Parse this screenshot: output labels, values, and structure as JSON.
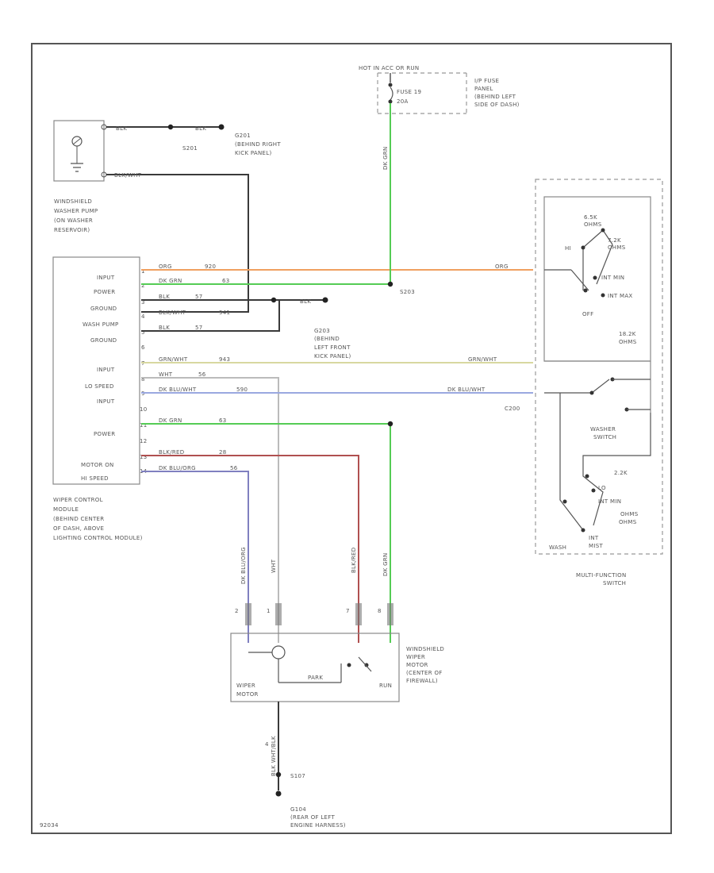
{
  "wire_colors": {
    "orange": "#f0a060",
    "green": "#55cc55",
    "grey": "#5a5a5a",
    "yellow": "#d8d8a0",
    "blue": "#9aa8e0",
    "red": "#b05050",
    "purple": "#8080c0",
    "white": "#bbbbbb"
  },
  "fuse_panel": {
    "power_label": "HOT IN ACC OR RUN",
    "fuse_label": "FUSE 19",
    "fuse_amp": "20A",
    "panel_name": "I/P FUSE",
    "panel_sub": "PANEL",
    "panel_loc1": "(BEHIND LEFT",
    "panel_loc2": "SIDE OF DASH)"
  },
  "washer_pump": {
    "name_l1": "WINDSHIELD",
    "name_l2": "WASHER PUMP",
    "name_l3": "(ON WASHER",
    "name_l4": "RESERVOIR)",
    "wire_top": "BLK",
    "splice": "S201",
    "ground": "G201",
    "ground_loc1": "(BEHIND RIGHT",
    "ground_loc2": "KICK PANEL)",
    "wire_bottom": "BLK/WHT"
  },
  "module": {
    "name_l1": "WIPER CONTROL",
    "name_l2": "MODULE",
    "name_l3": "(BEHIND CENTER",
    "name_l4": "OF DASH, ABOVE",
    "name_l5": "LIGHTING CONTROL MODULE)",
    "labels": [
      "INPUT",
      "POWER",
      "GROUND",
      "WASH PUMP",
      "GROUND",
      "INPUT",
      "LO SPEED",
      "INPUT",
      "POWER",
      "MOTOR ON",
      "HI SPEED"
    ],
    "pins": [
      "1",
      "2",
      "3",
      "4",
      "5",
      "6",
      "7",
      "8",
      "9",
      "10",
      "11",
      "12",
      "13",
      "14"
    ],
    "wire_names": [
      "ORG",
      "DK GRN",
      "BLK",
      "BLK/WHT",
      "BLK",
      "GRN/WHT",
      "WHT",
      "DK BLU/WHT",
      "DK GRN",
      "BLK/RED",
      "DK BLU/ORG"
    ],
    "circuits": [
      "920",
      "63",
      "57",
      "941",
      "57",
      "943",
      "56",
      "590",
      "63",
      "28",
      "56"
    ]
  },
  "splices": {
    "s203": "S203",
    "g203": "G203",
    "g203_l1": "(BEHIND",
    "g203_l2": "LEFT FRONT",
    "g203_l3": "KICK PANEL)"
  },
  "multifunction_switch": {
    "name_l1": "MULTI-FUNCTION",
    "name_l2": "SWITCH",
    "hi": "HI",
    "sw_labels": [
      "6.5K",
      "OHMS",
      "7.2K",
      "OHMS",
      "INT MIN",
      "INT MAX",
      "OFF",
      "18.2K",
      "OHMS"
    ],
    "wire_in1": "ORG",
    "wire_in2": "GRN/WHT",
    "wire_in3": "DK BLU/WHT",
    "connector": "C200",
    "washer_l1": "WASHER",
    "washer_l2": "SWITCH",
    "bottom_labels": [
      "2.2K",
      "LO",
      "INT MIN",
      "OHMS",
      "INT",
      "MIST",
      "OHMS"
    ],
    "wash": "WASH"
  },
  "motor": {
    "name_l1": "WINDSHIELD",
    "name_l2": "WIPER",
    "name_l3": "MOTOR",
    "name_l4": "(CENTER OF",
    "name_l5": "FIREWALL)",
    "inner_l1": "WIPER",
    "inner_l2": "MOTOR",
    "park": "PARK",
    "run": "RUN",
    "pins": [
      "2",
      "1",
      "7",
      "8"
    ],
    "wire_vert": [
      "DK BLU/ORG",
      "WHT",
      "BLK/RED",
      "DK GRN"
    ],
    "pin_bottom": "4",
    "wire_bottom": "BLK WHT/BLK",
    "splice": "S107",
    "ground": "G104",
    "ground_l1": "(REAR OF LEFT",
    "ground_l2": "ENGINE HARNESS)"
  },
  "footer": {
    "id": "92034"
  }
}
